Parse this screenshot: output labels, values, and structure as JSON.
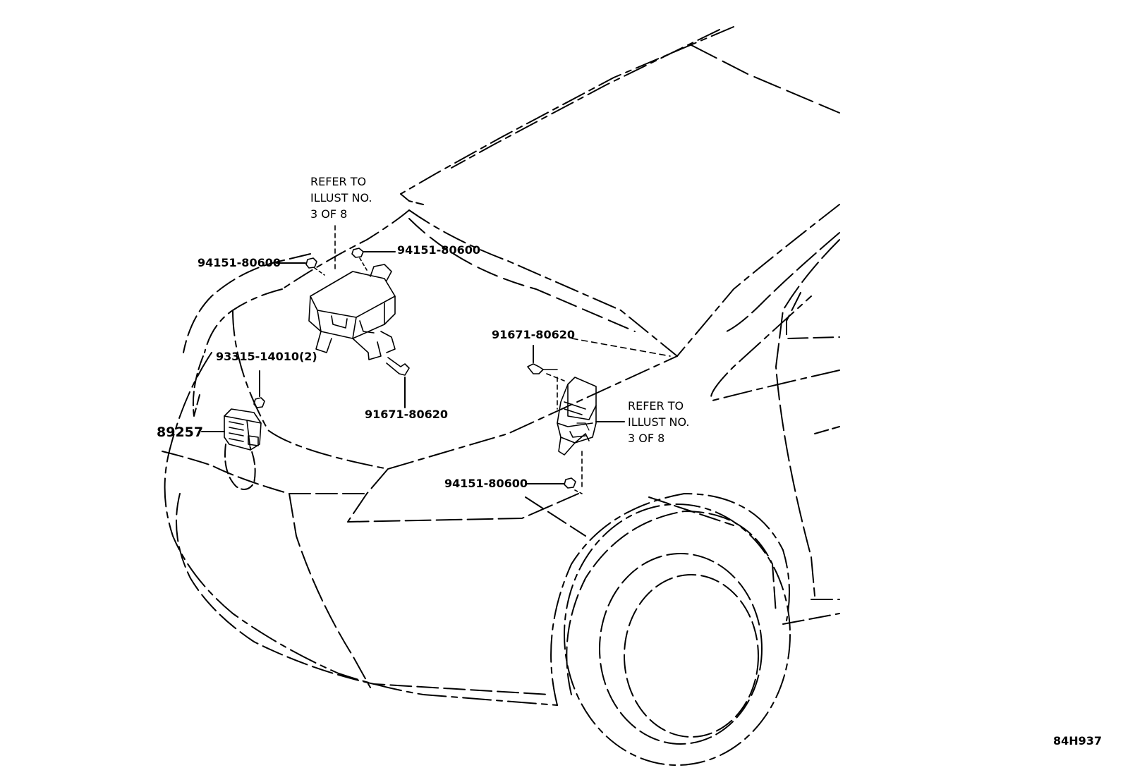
{
  "diagram": {
    "illustration_code": "84H937",
    "notes": [
      {
        "id": "note-upper",
        "lines": [
          "REFER TO",
          "ILLUST NO.",
          "3 OF 8"
        ]
      },
      {
        "id": "note-right",
        "lines": [
          "REFER TO",
          "ILLUST NO.",
          "3 OF 8"
        ]
      }
    ],
    "part_labels": [
      {
        "id": "nut-upper-left",
        "text": "94151-80600",
        "part": "nut"
      },
      {
        "id": "nut-upper-right",
        "text": "94151-80600",
        "part": "nut"
      },
      {
        "id": "bolt-center",
        "text": "91671-80620",
        "part": "bolt"
      },
      {
        "id": "bolt-right",
        "text": "91671-80620",
        "part": "bolt"
      },
      {
        "id": "screw-sensor",
        "text": "93315-14010(2)",
        "part": "screw"
      },
      {
        "id": "sensor-assembly",
        "text": "89257",
        "part": "sensor"
      },
      {
        "id": "nut-lower-right",
        "text": "94151-80600",
        "part": "nut"
      }
    ]
  }
}
